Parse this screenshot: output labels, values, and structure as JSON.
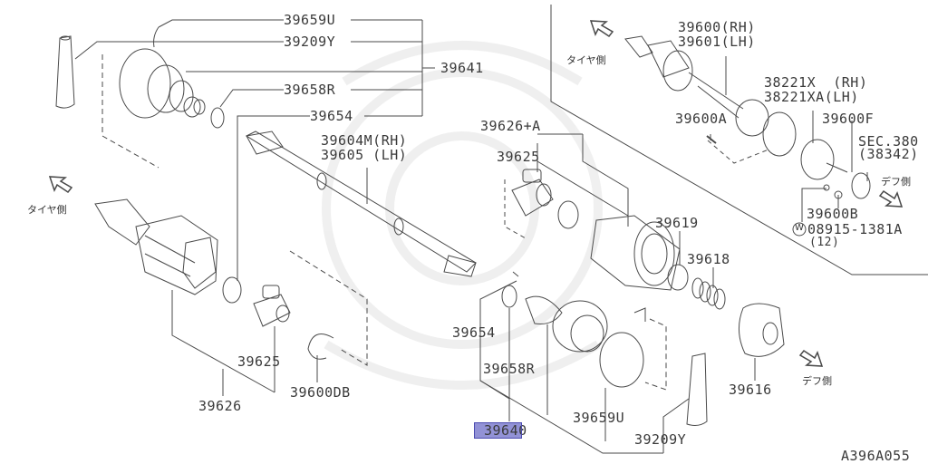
{
  "diagram": {
    "code": "A396A055",
    "direction_labels": {
      "tire_side": "タイヤ側",
      "diff_side": "デフ側"
    },
    "highlight_color": "#7b7bd0",
    "line_color": "#4a4a4a",
    "watermark_color": "#ececec"
  },
  "parts": {
    "p39659U_top": "39659U",
    "p39209Y_top": "39209Y",
    "p39641": "39641",
    "p39658R_top": "39658R",
    "p39654_top": "39654",
    "p39604M": "39604M(RH)",
    "p39605": "39605 (LH)",
    "p39626A": "39626+A",
    "p39625_mid": "39625",
    "p39600RH": "39600(RH)",
    "p39601LH": "39601(LH)",
    "p38221X": "38221X  (RH)",
    "p38221XA": "38221XA(LH)",
    "p39600A": "39600A",
    "p39600F": "39600F",
    "sec380": "SEC.380",
    "sec38342": "(38342)",
    "p39600B": "39600B",
    "w_mark": "W",
    "p08915": "08915-1381A",
    "qty12": "(12)",
    "p39619": "39619",
    "p39618": "39618",
    "p39654_bot": "39654",
    "p39658R_bot": "39658R",
    "p39640": "39640",
    "p39659U_bot": "39659U",
    "p39209Y_bot": "39209Y",
    "p39616": "39616",
    "p39625_bot": "39625",
    "p39626": "39626",
    "p39600DB": "39600DB"
  }
}
